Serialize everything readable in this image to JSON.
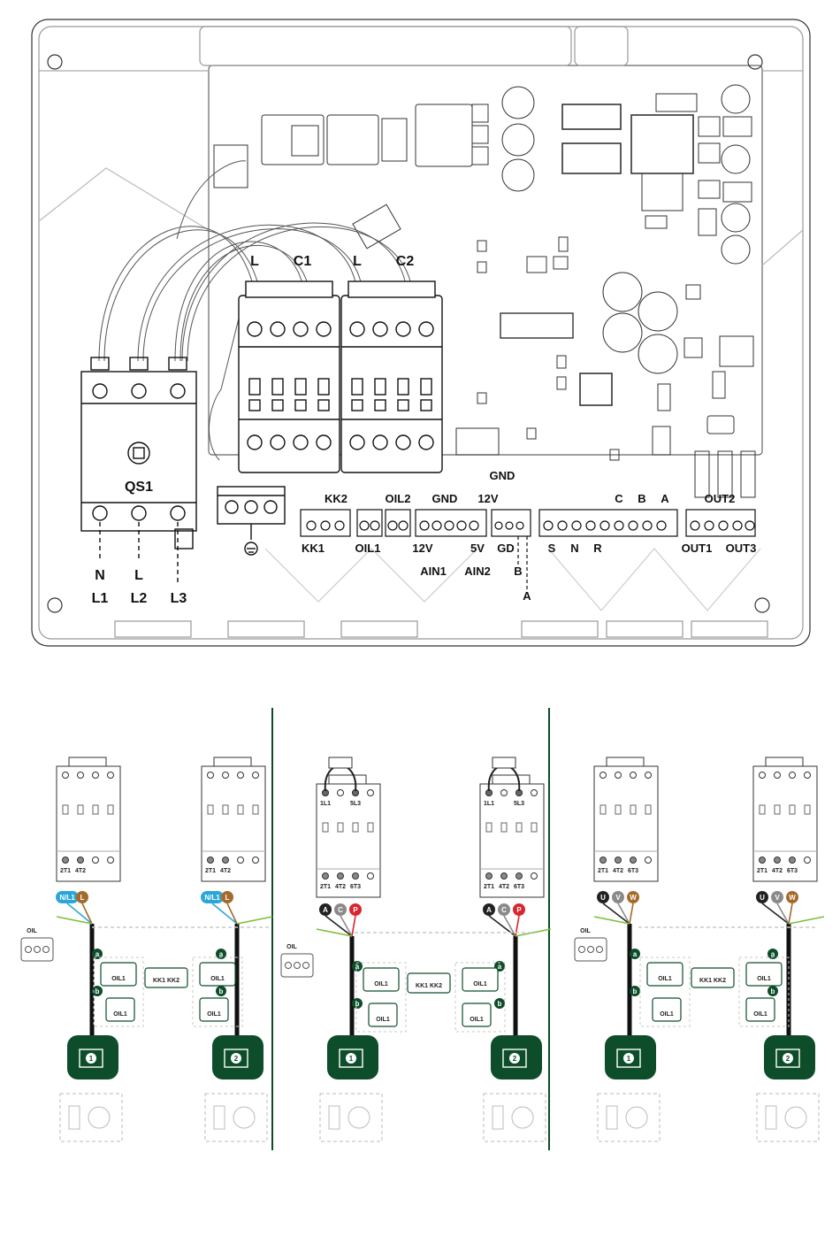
{
  "board": {
    "breaker_label": "QS1",
    "contactor1": {
      "l": "L",
      "c": "C1"
    },
    "contactor2": {
      "l": "L",
      "c": "C2"
    },
    "terminals": {
      "kk2": "KK2",
      "kk1": "KK1",
      "oil2": "OIL2",
      "oil1": "OIL1",
      "gnd": "GND",
      "v12": "12V",
      "v12b": "12V",
      "gnd_top": "GND",
      "ain1": "AIN1",
      "ain2": "AIN2",
      "v5": "5V",
      "gd": "GD",
      "c": "C",
      "b": "B",
      "a": "A",
      "b_low": "B",
      "a_low": "A",
      "s": "S",
      "n": "N",
      "r": "R",
      "out2": "OUT2",
      "out1": "OUT1",
      "out3": "OUT3"
    },
    "supply": {
      "n": "N",
      "l": "L",
      "l1": "L1",
      "l2": "L2",
      "l3": "L3"
    }
  },
  "panels": [
    {
      "contactor_terms": [
        "2T1",
        "4T2"
      ],
      "wires": [
        "N/L1",
        "L"
      ],
      "oil": "OIL",
      "labels": {
        "oil1": "OIL1",
        "oil1b": "OIL1",
        "kk1": "KK1",
        "kk2": "KK2",
        "oil1r": "OIL1",
        "oil1rb": "OIL1"
      },
      "markers": [
        "a",
        "b"
      ],
      "motors": [
        "1",
        "2"
      ]
    },
    {
      "contactor_top_terms": [
        "1L1",
        "5L3"
      ],
      "contactor_terms": [
        "2T1",
        "4T2",
        "6T3"
      ],
      "wires": [
        "A",
        "C",
        "P"
      ],
      "oil": "OIL",
      "labels": {
        "oil1": "OIL1",
        "oil1b": "OIL1",
        "kk1": "KK1",
        "kk2": "KK2",
        "oil1r": "OIL1",
        "oil1rb": "OIL1"
      },
      "markers": [
        "a",
        "b"
      ],
      "motors": [
        "1",
        "2"
      ]
    },
    {
      "contactor_terms": [
        "2T1",
        "4T2",
        "6T3"
      ],
      "wires": [
        "U",
        "V",
        "W"
      ],
      "oil": "OIL",
      "labels": {
        "oil1": "OIL1",
        "oil1b": "OIL1",
        "kk1": "KK1",
        "kk2": "KK2",
        "oil1r": "OIL1",
        "oil1rb": "OIL1"
      },
      "markers": [
        "a",
        "b"
      ],
      "motors": [
        "1",
        "2"
      ]
    }
  ],
  "colors": {
    "panel_green": "#0d4d2a",
    "blue": "#2aa7d8",
    "brown": "#a56a2a",
    "gray": "#8a8a8a",
    "red": "#d8262f",
    "line_green": "#7bbf3a"
  }
}
